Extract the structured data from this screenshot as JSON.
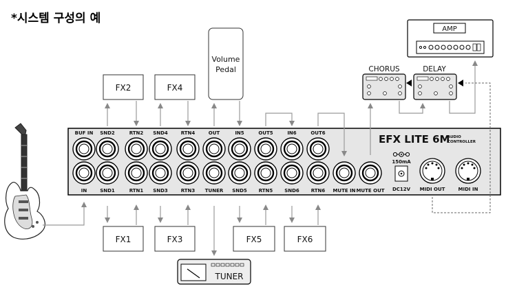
{
  "title": "*시스템 구성의 예",
  "top_jacks": [
    "BUF IN",
    "SND2",
    "RTN2",
    "SND4",
    "RTN4",
    "OUT",
    "IN5",
    "OUT5",
    "IN6",
    "OUT6"
  ],
  "bottom_jacks": [
    "IN",
    "SND1",
    "RTN1",
    "SND3",
    "RTN3",
    "TUNER",
    "SND5",
    "RTN5",
    "SND6",
    "RTN6",
    "MUTE IN",
    "MUTE OUT"
  ],
  "unit": {
    "name": "EFX LITE 6M",
    "subtitle_line1": "AUDIO",
    "subtitle_line2": "CONTROLLER",
    "current": "150mA",
    "dc": "DC12V",
    "midi_out": "MIDI OUT",
    "midi_in": "MIDI IN"
  },
  "boxes": {
    "fx1": "FX1",
    "fx2": "FX2",
    "fx3": "FX3",
    "fx4": "FX4",
    "fx5": "FX5",
    "fx6": "FX6",
    "volume_line1": "Volume",
    "volume_line2": "Pedal",
    "tuner": "TUNER",
    "amp": "AMP",
    "chorus": "CHORUS",
    "delay": "DELAY"
  }
}
